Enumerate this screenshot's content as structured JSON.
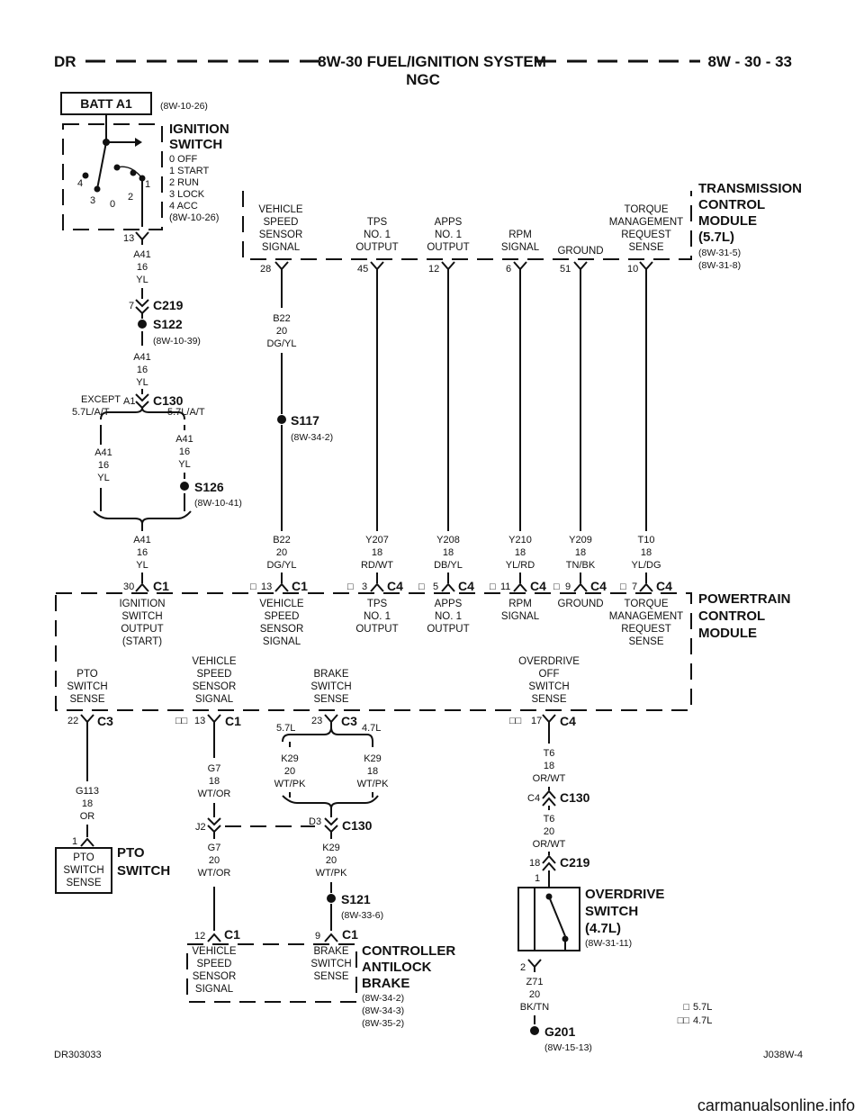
{
  "header": {
    "left": "DR",
    "title": "8W-30 FUEL/IGNITION SYSTEM",
    "subtitle": "NGC",
    "page": "8W - 30 - 33"
  },
  "ignition": {
    "batt": "BATT A1",
    "batt_ref": "(8W-10-26)",
    "title_1": "IGNITION",
    "title_2": "SWITCH",
    "positions": [
      "0 OFF",
      "1 START",
      "2 RUN",
      "3 LOCK",
      "4 ACC"
    ],
    "ref": "(8W-10-26)",
    "pos_nums": [
      "4",
      "3",
      "0",
      "2",
      "1"
    ],
    "pin": "13",
    "wire": [
      "A41",
      "16",
      "YL"
    ]
  },
  "c219_top": {
    "pin": "7",
    "name": "C219"
  },
  "s122": {
    "name": "S122",
    "ref": "(8W-10-39)",
    "wire": [
      "A41",
      "16",
      "YL"
    ]
  },
  "c130_top": {
    "pin": "A1",
    "name": "C130",
    "left_1": "EXCEPT",
    "left_2": "5.7L/A/T",
    "right": "5.7L/A/T"
  },
  "branch_left_wire": [
    "A41",
    "16",
    "YL"
  ],
  "branch_right_wire": [
    "A41",
    "16",
    "YL"
  ],
  "s126": {
    "name": "S126",
    "ref": "(8W-10-41)"
  },
  "a41_bottom_wire": [
    "A41",
    "16",
    "YL"
  ],
  "b22_top_wire": [
    "B22",
    "20",
    "DG/YL"
  ],
  "s117": {
    "name": "S117",
    "ref": "(8W-34-2)"
  },
  "tcm": {
    "name": [
      "TRANSMISSION",
      "CONTROL",
      "MODULE",
      "(5.7L)"
    ],
    "refs": [
      "(8W-31-5)",
      "(8W-31-8)"
    ],
    "labels": [
      [
        "VEHICLE",
        "SPEED",
        "SENSOR",
        "SIGNAL"
      ],
      [
        "TPS",
        "NO. 1",
        "OUTPUT"
      ],
      [
        "APPS",
        "NO. 1",
        "OUTPUT"
      ],
      [
        "RPM",
        "SIGNAL"
      ],
      [
        "GROUND"
      ],
      [
        "TORQUE",
        "MANAGEMENT",
        "REQUEST",
        "SENSE"
      ]
    ],
    "pins": [
      "28",
      "45",
      "12",
      "6",
      "51",
      "10"
    ]
  },
  "pcm_wires": [
    [
      "B22",
      "20",
      "DG/YL"
    ],
    [
      "Y207",
      "18",
      "RD/WT"
    ],
    [
      "Y208",
      "18",
      "DB/YL"
    ],
    [
      "Y210",
      "18",
      "YL/RD"
    ],
    [
      "Y209",
      "18",
      "TN/BK"
    ],
    [
      "T10",
      "18",
      "YL/DG"
    ]
  ],
  "pcm": {
    "name": [
      "POWERTRAIN",
      "CONTROL",
      "MODULE"
    ],
    "top_conns": [
      {
        "pin": "30",
        "name": "C1",
        "sym": ""
      },
      {
        "pin": "13",
        "name": "C1",
        "sym": "□"
      },
      {
        "pin": "3",
        "name": "C4",
        "sym": "□"
      },
      {
        "pin": "5",
        "name": "C4",
        "sym": "□"
      },
      {
        "pin": "11",
        "name": "C4",
        "sym": "□"
      },
      {
        "pin": "9",
        "name": "C4",
        "sym": "□"
      },
      {
        "pin": "7",
        "name": "C4",
        "sym": "□"
      }
    ],
    "top_labels": [
      [
        "IGNITION",
        "SWITCH",
        "OUTPUT",
        "(START)"
      ],
      [
        "VEHICLE",
        "SPEED",
        "SENSOR",
        "SIGNAL"
      ],
      [
        "TPS",
        "NO. 1",
        "OUTPUT"
      ],
      [
        "APPS",
        "NO. 1",
        "OUTPUT"
      ],
      [
        "RPM",
        "SIGNAL"
      ],
      [
        "GROUND"
      ],
      [
        "TORQUE",
        "MANAGEMENT",
        "REQUEST",
        "SENSE"
      ]
    ],
    "bottom_labels": [
      [
        "PTO",
        "SWITCH",
        "SENSE"
      ],
      [
        "VEHICLE",
        "SPEED",
        "SENSOR",
        "SIGNAL"
      ],
      [
        "BRAKE",
        "SWITCH",
        "SENSE"
      ],
      [
        "OVERDRIVE",
        "OFF",
        "SWITCH",
        "SENSE"
      ]
    ],
    "bottom_conns": [
      {
        "pin": "22",
        "name": "C3",
        "sym": ""
      },
      {
        "pin": "13",
        "name": "C1",
        "sym": "□□"
      },
      {
        "pin": "23",
        "name": "C3",
        "sym": ""
      },
      {
        "pin": "17",
        "name": "C4",
        "sym": "□□"
      }
    ],
    "c3_left": "5.7L",
    "c3_right": "4.7L"
  },
  "pto": {
    "wire": [
      "G113",
      "18",
      "OR"
    ],
    "pin": "1",
    "box": [
      "PTO",
      "SWITCH",
      "SENSE"
    ],
    "name": [
      "PTO",
      "SWITCH"
    ]
  },
  "vss_wire_1": [
    "G7",
    "18",
    "WT/OR"
  ],
  "k29_left": [
    "K29",
    "20",
    "WT/PK"
  ],
  "k29_right": [
    "K29",
    "18",
    "WT/PK"
  ],
  "c130_mid": {
    "left_pin": "J2",
    "right_pin": "D3",
    "name": "C130"
  },
  "vss_wire_2": [
    "G7",
    "20",
    "WT/OR"
  ],
  "k29_bottom": [
    "K29",
    "20",
    "WT/PK"
  ],
  "s121": {
    "name": "S121",
    "ref": "(8W-33-6)"
  },
  "cab": {
    "conns": [
      {
        "pin": "12",
        "name": "C1"
      },
      {
        "pin": "9",
        "name": "C1"
      }
    ],
    "labels": [
      [
        "VEHICLE",
        "SPEED",
        "SENSOR",
        "SIGNAL"
      ],
      [
        "BRAKE",
        "SWITCH",
        "SENSE"
      ]
    ],
    "name": [
      "CONTROLLER",
      "ANTILOCK",
      "BRAKE"
    ],
    "refs": [
      "(8W-34-2)",
      "(8W-34-3)",
      "(8W-35-2)"
    ]
  },
  "t6_wire_1": [
    "T6",
    "18",
    "OR/WT"
  ],
  "c130_right": {
    "pin": "C4",
    "name": "C130"
  },
  "t6_wire_2": [
    "T6",
    "20",
    "OR/WT"
  ],
  "c219_right": {
    "pin": "18",
    "name": "C219",
    "pin2": "1"
  },
  "od_switch": {
    "name": [
      "OVERDRIVE",
      "SWITCH",
      "(4.7L)"
    ],
    "ref": "(8W-31-11)",
    "pin": "2"
  },
  "z71_wire": [
    "Z71",
    "20",
    "BK/TN"
  ],
  "g201": {
    "name": "G201",
    "ref": "(8W-15-13)"
  },
  "legend": [
    {
      "sym": "□",
      "text": "5.7L"
    },
    {
      "sym": "□□",
      "text": "4.7L"
    }
  ],
  "footer": {
    "left": "DR303033",
    "right": "J038W-4"
  },
  "watermark": "carmanualsonline.info"
}
